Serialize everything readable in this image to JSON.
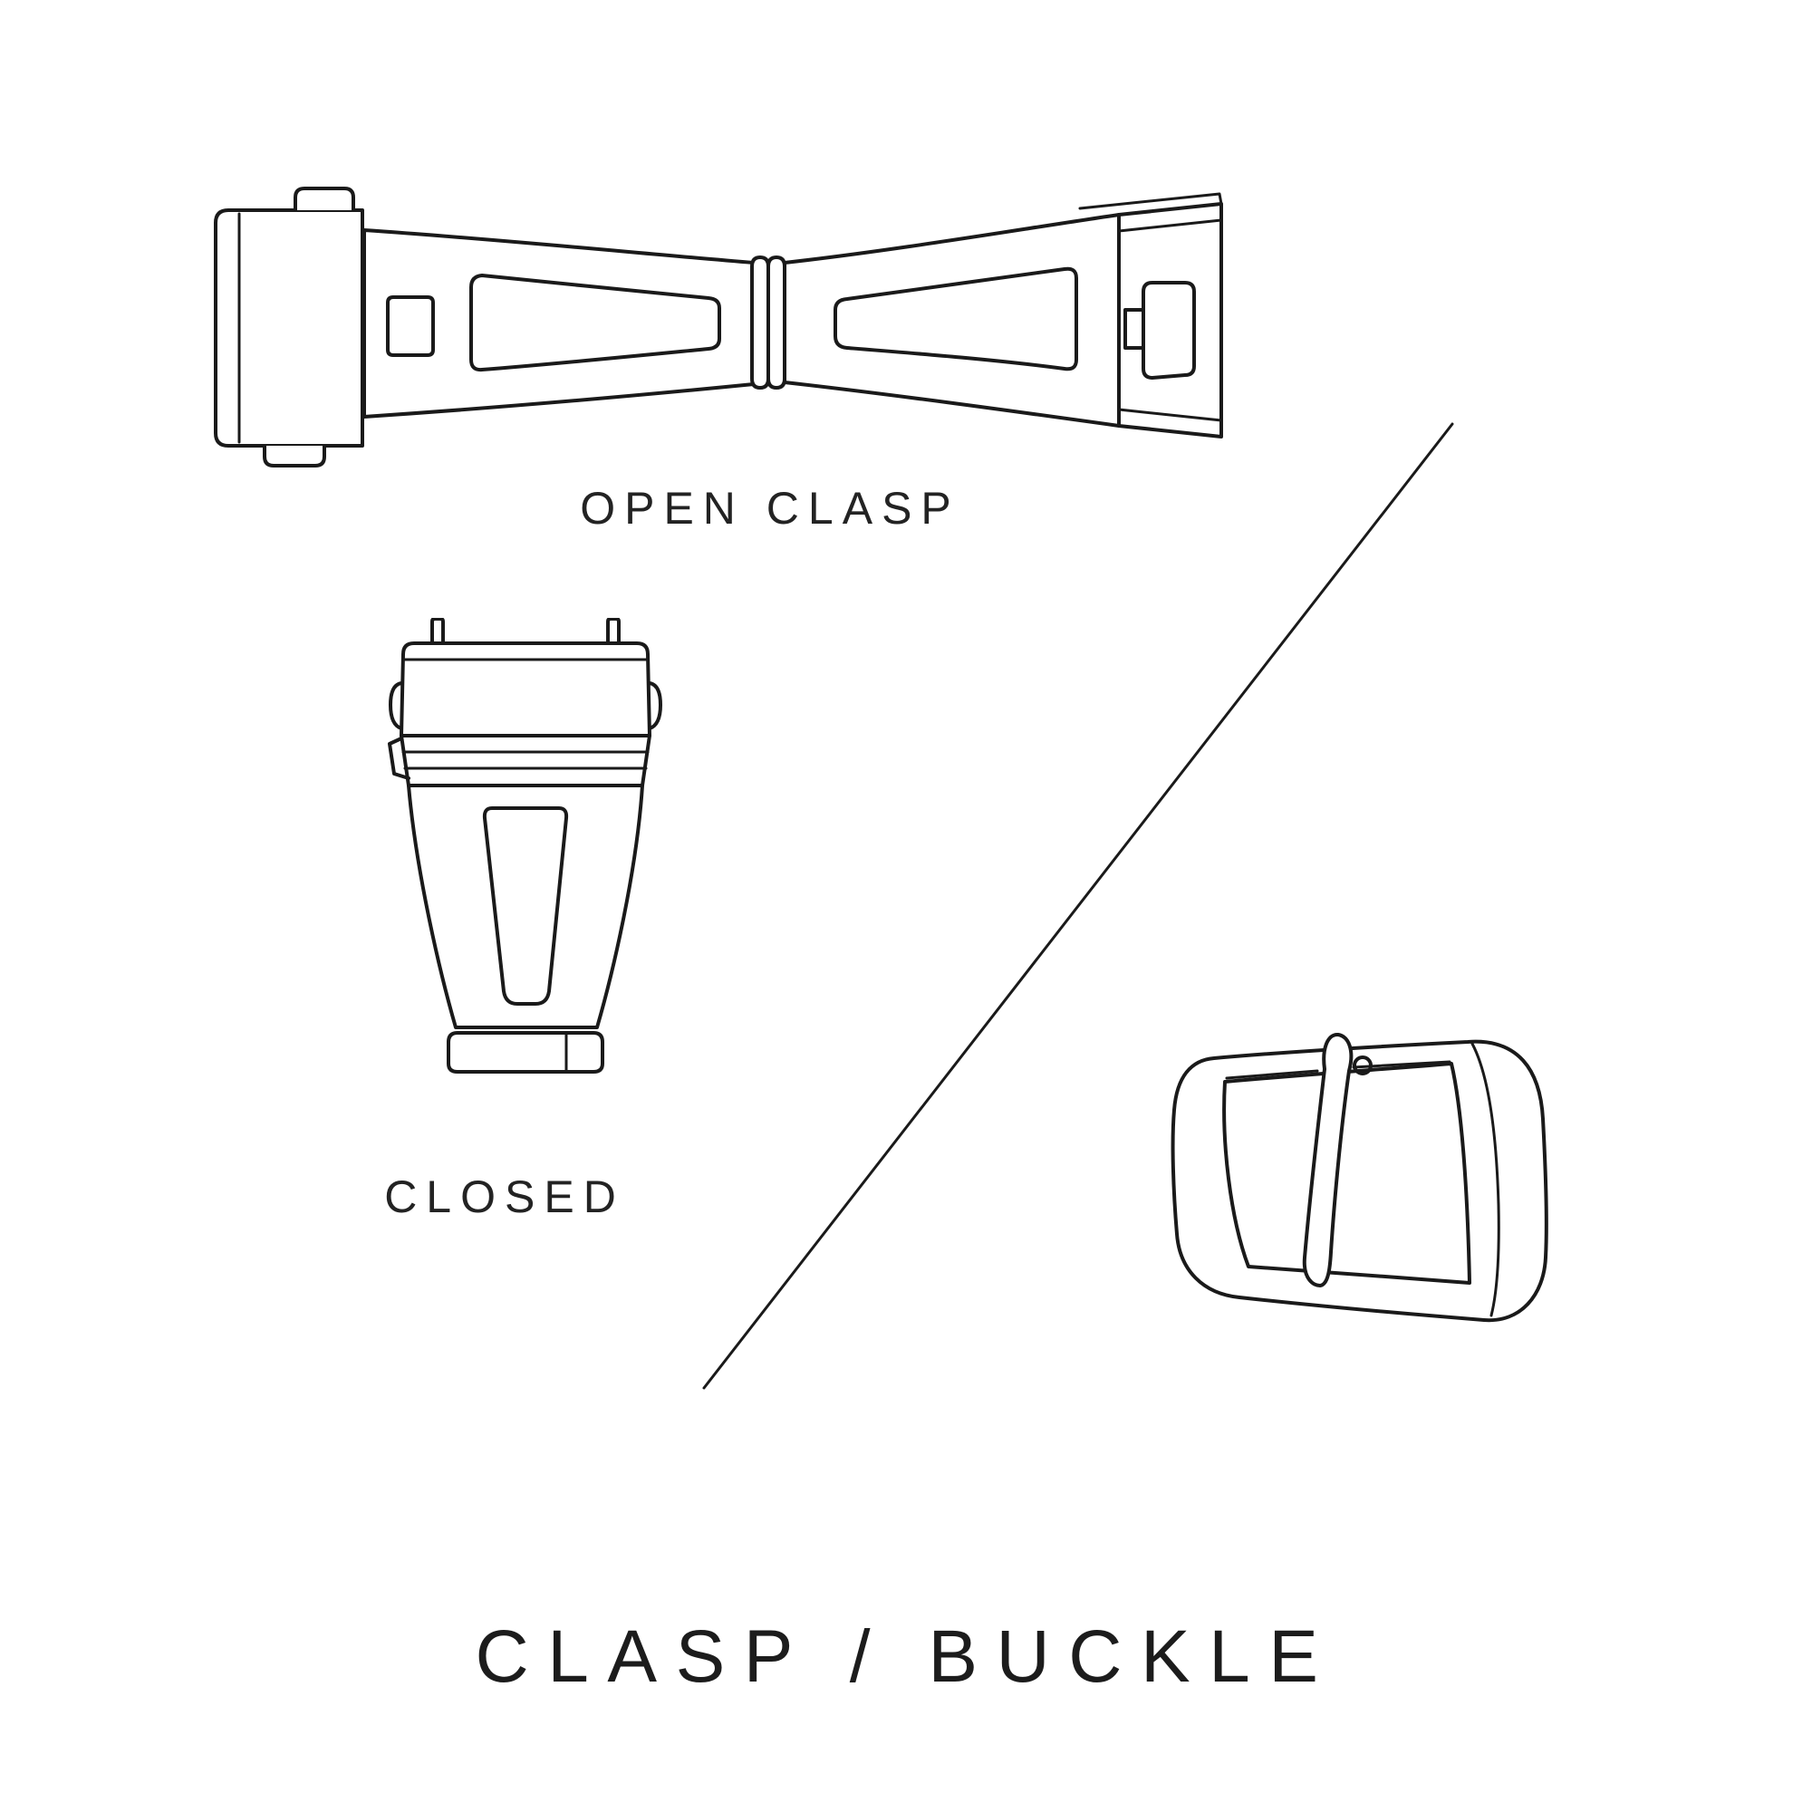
{
  "diagram": {
    "title": "CLASP / BUCKLE",
    "labels": {
      "open_clasp": "OPEN CLASP",
      "closed": "CLOSED"
    },
    "illustrations": [
      {
        "name": "open-clasp-illustration",
        "caption": "OPEN CLASP"
      },
      {
        "name": "closed-clasp-illustration",
        "caption": "CLOSED"
      },
      {
        "name": "pin-buckle-illustration",
        "caption": ""
      }
    ],
    "colors": {
      "background": "#ffffff",
      "line": "#1a1a1a",
      "text": "#232323"
    }
  }
}
